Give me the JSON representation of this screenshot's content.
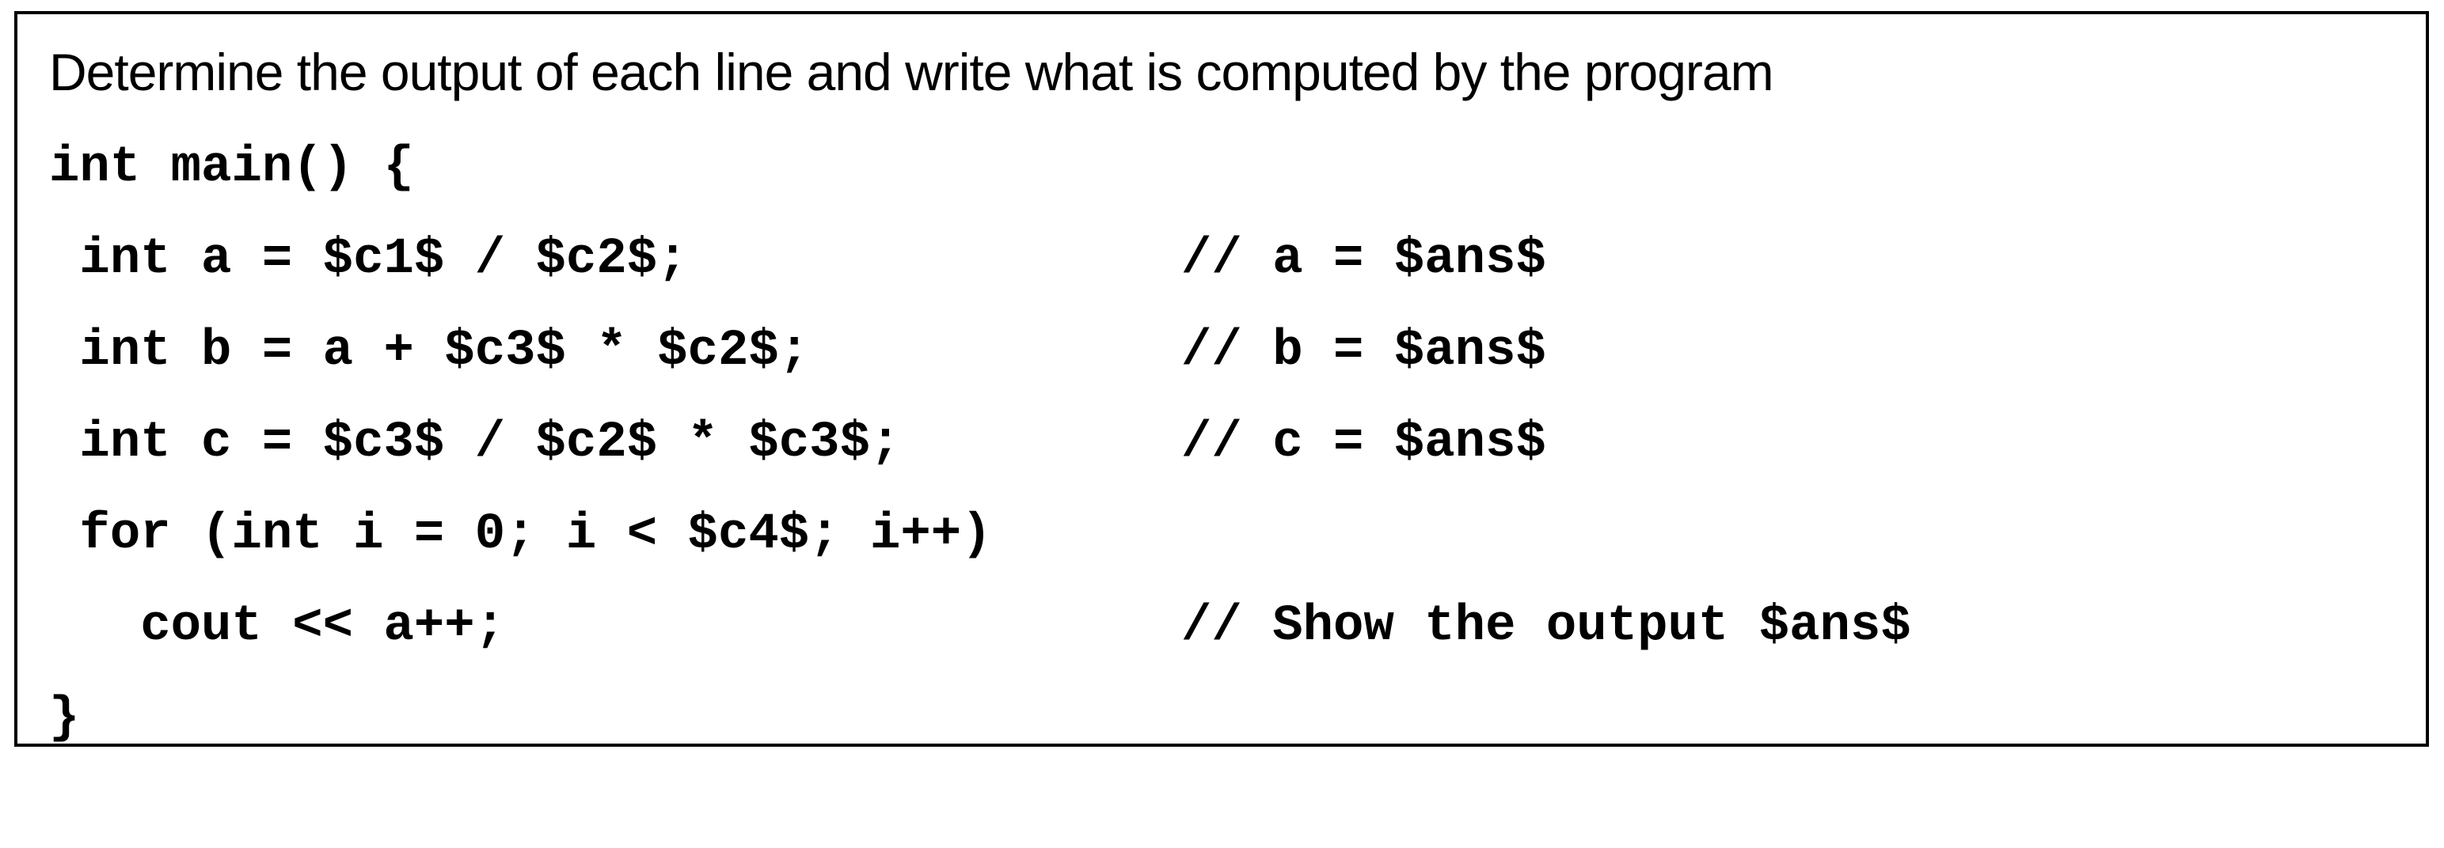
{
  "instruction": "Determine the output of each line and write what is computed by the program",
  "code": {
    "line1": "int main() {",
    "line2": " int a = $c1$ / $c2$;",
    "line2_comment": "// a = $ans$",
    "line3": " int b = a + $c3$ * $c2$;",
    "line3_comment": "// b = $ans$",
    "line4": " int c = $c3$ / $c2$ * $c3$;",
    "line4_comment": "// c = $ans$",
    "line5": " for (int i = 0; i < $c4$; i++)",
    "line6": "   cout << a++;",
    "line6_comment": "// Show the output $ans$",
    "line7": "}"
  }
}
